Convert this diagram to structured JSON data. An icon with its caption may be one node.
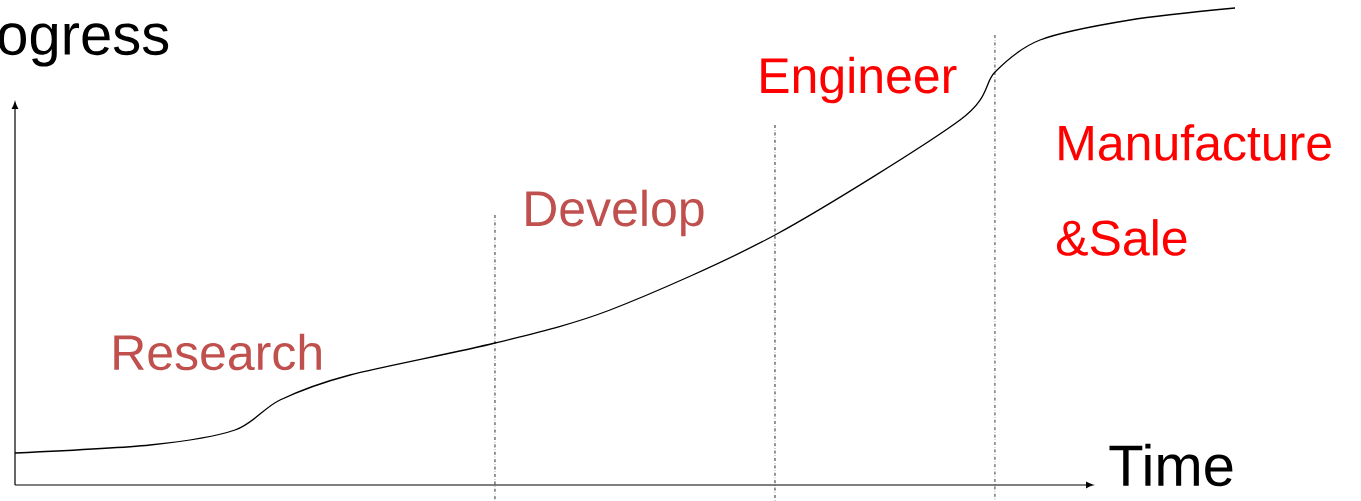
{
  "diagram": {
    "labels": [
      "ogress",
      "Research",
      "Develop",
      "Engineer",
      "Manufacture &Sale",
      "Time"
    ]
  }
}
